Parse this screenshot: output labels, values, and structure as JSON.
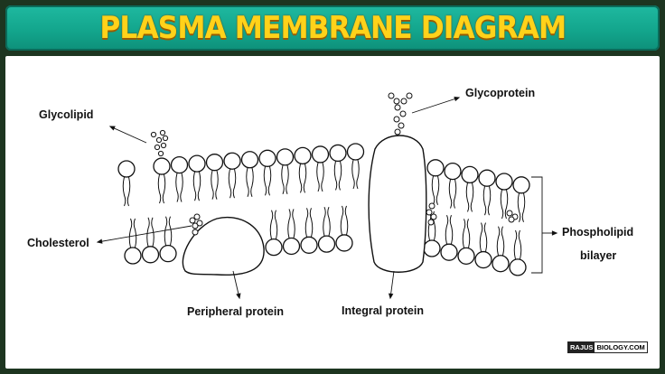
{
  "title": "PLASMA MEMBRANE DIAGRAM",
  "labels": {
    "glycolipid": "Glycolipid",
    "glycoprotein": "Glycoprotein",
    "cholesterol": "Cholesterol",
    "phospholipid_line1": "Phospholipid",
    "phospholipid_line2": "bilayer",
    "peripheral": "Peripheral protein",
    "integral": "Integral protein"
  },
  "logo": {
    "part1": "RAJUS",
    "part2": "BIOLOGY.COM"
  }
}
